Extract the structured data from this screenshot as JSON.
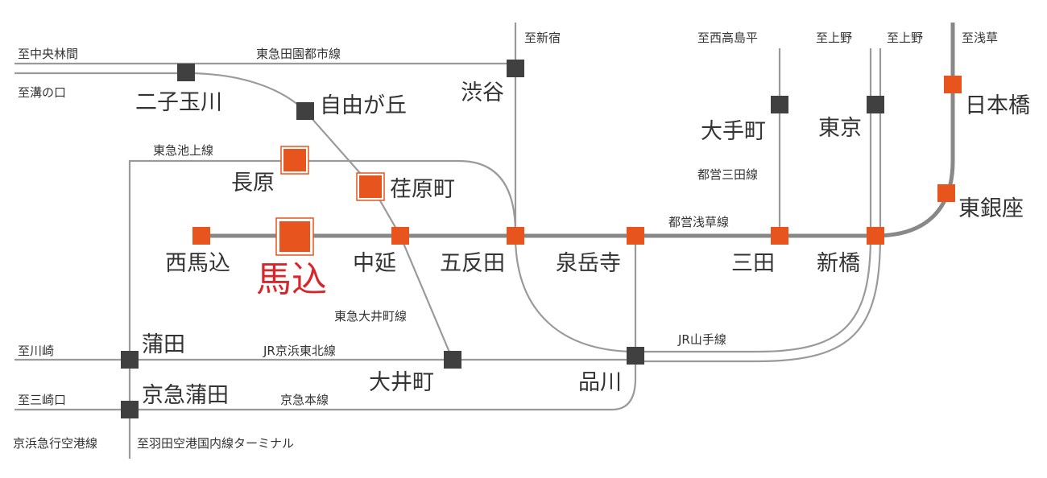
{
  "colors": {
    "accent": "#e8541e",
    "station_dark": "#404040",
    "line": "#9a9a9a",
    "line_main": "#888888",
    "text": "#333333",
    "highlight_text": "#d8262b"
  },
  "lines": {
    "den_en_toshi": "東急田園都市線",
    "ikegami": "東急池上線",
    "oimachi": "東急大井町線",
    "toei_asakusa": "都営浅草線",
    "toei_mita": "都営三田線",
    "yamanote": "JR山手線",
    "keihin_tohoku": "JR京浜東北線",
    "keikyu_main": "京急本線",
    "keikyu_airport": "京浜急行空港線"
  },
  "directions": {
    "chuo_rinkan": "至中央林間",
    "mizonokuchi": "至溝の口",
    "shinjuku": "至新宿",
    "nishitakashimadaira": "至西高島平",
    "ueno_1": "至上野",
    "ueno_2": "至上野",
    "asakusa": "至浅草",
    "kawasaki": "至川崎",
    "misakiguchi": "至三崎口",
    "haneda": "至羽田空港国内線ターミナル"
  },
  "stations": {
    "futako_tamagawa": "二子玉川",
    "jiyugaoka": "自由が丘",
    "shibuya": "渋谷",
    "otemachi": "大手町",
    "tokyo": "東京",
    "nihombashi": "日本橋",
    "nagahara": "長原",
    "ebaramachi": "荏原町",
    "higashi_ginza": "東銀座",
    "nishi_magome": "西馬込",
    "magome": "馬込",
    "nakanobu": "中延",
    "gotanda": "五反田",
    "sengakuji": "泉岳寺",
    "mita": "三田",
    "shimbashi": "新橋",
    "kamata": "蒲田",
    "oimachi": "大井町",
    "shinagawa": "品川",
    "keikyu_kamata": "京急蒲田"
  }
}
